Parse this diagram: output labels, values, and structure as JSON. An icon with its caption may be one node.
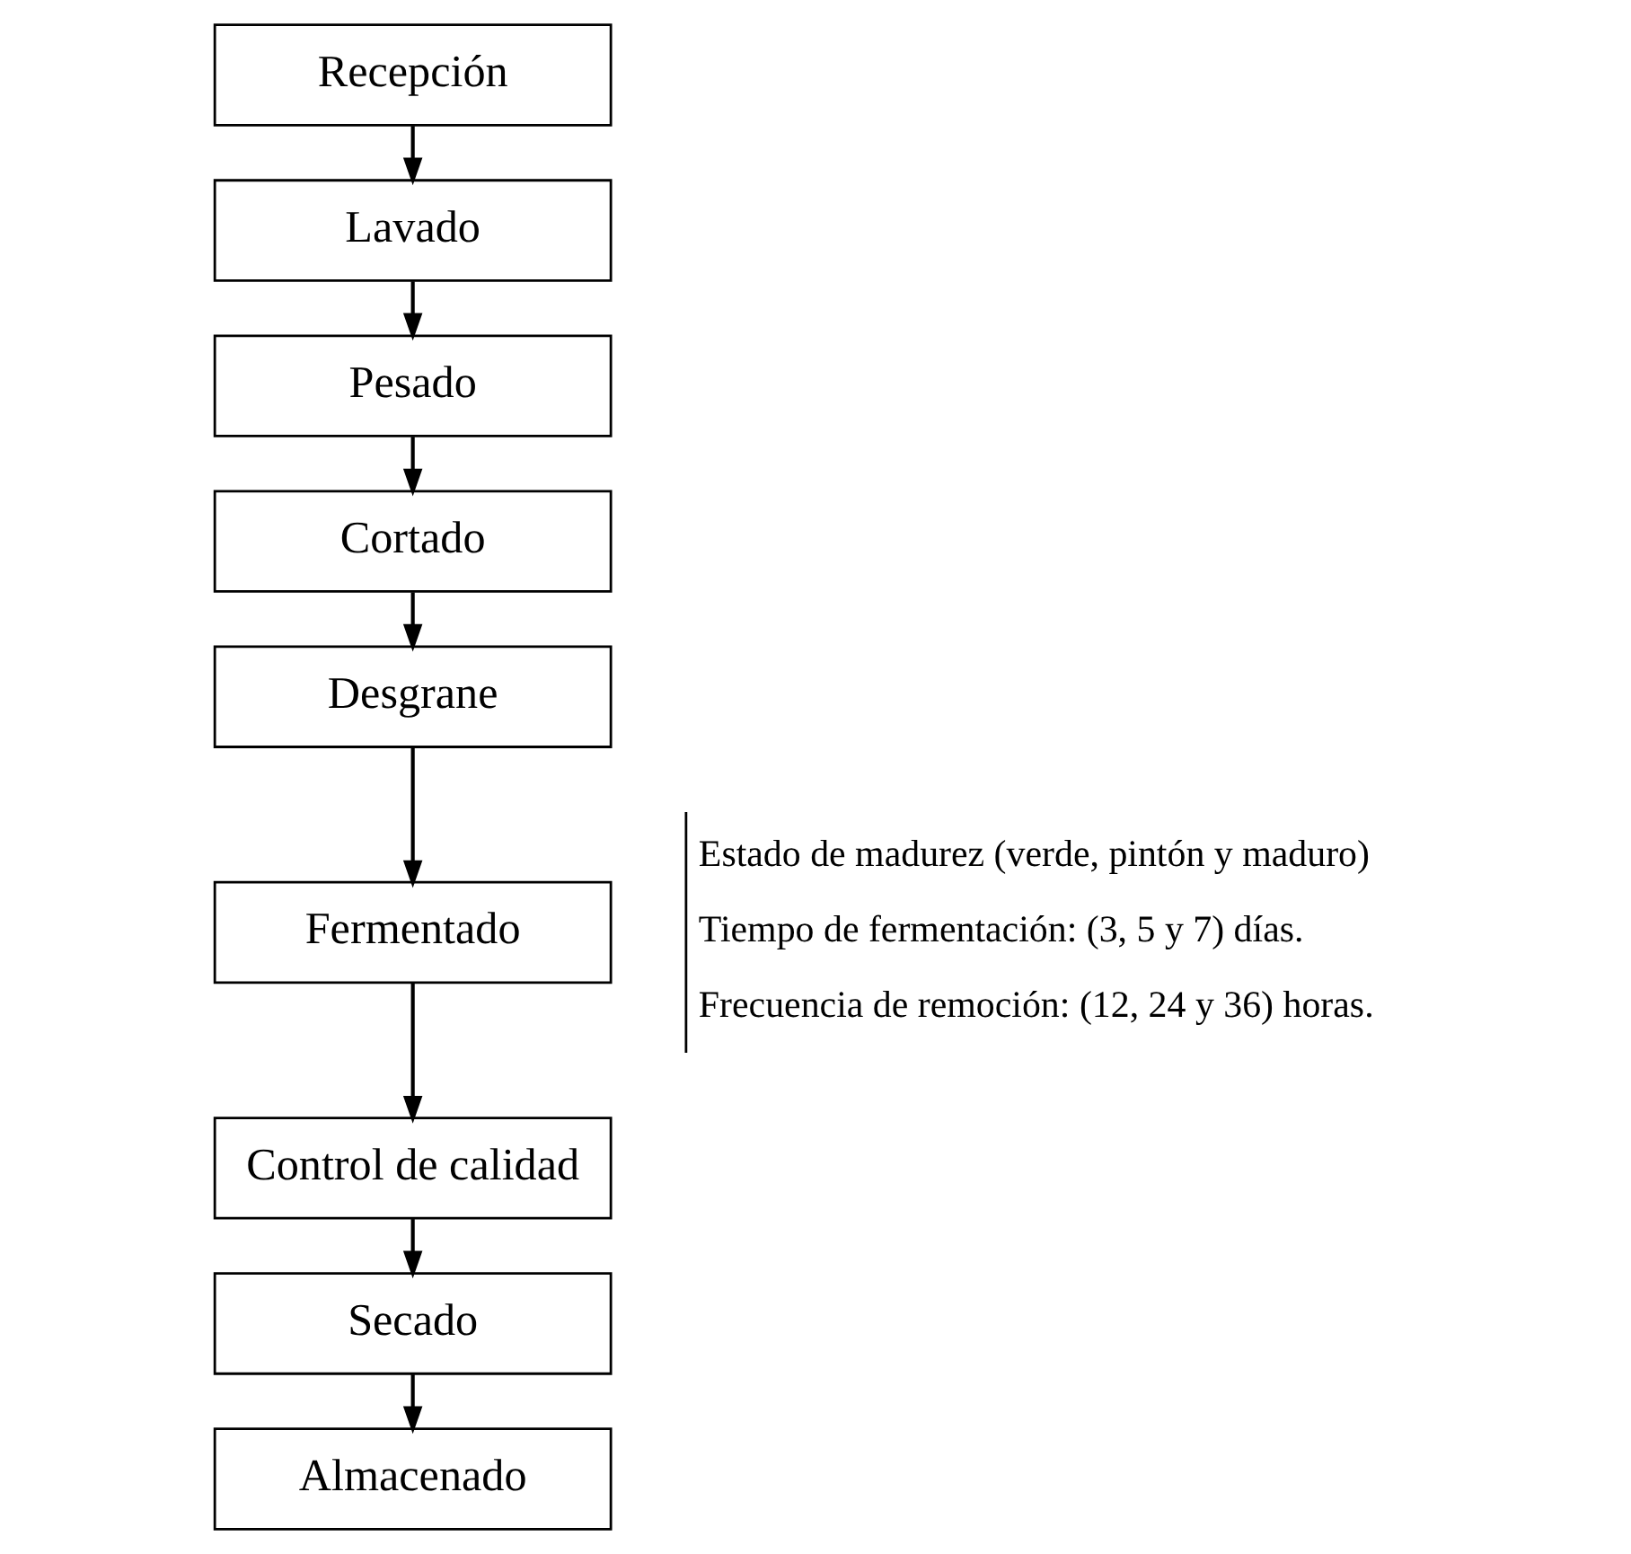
{
  "diagram": {
    "nodes": [
      {
        "text": [
          "Recepción"
        ]
      },
      {
        "text": [
          "Lavado"
        ]
      },
      {
        "text": [
          "Pesado"
        ]
      },
      {
        "text": [
          "Cortado"
        ]
      },
      {
        "text": [
          "Desgrane"
        ]
      },
      {
        "text": [
          "Fermentado"
        ],
        "beside": [
          "Estado de madurez (verde, pintón y maduro)",
          "Tiempo de fermentación: (3, 5 y 7) días.",
          "Frecuencia de remoción: (12, 24 y 36) horas."
        ]
      },
      {
        "text": [
          "Control de calidad"
        ]
      },
      {
        "text": [
          "Secado"
        ]
      },
      {
        "text": [
          "Almacenado"
        ]
      }
    ],
    "edges": [
      {
        "from": 0,
        "to": 1,
        "arrow": "to"
      },
      {
        "from": 1,
        "to": 2,
        "arrow": "to"
      },
      {
        "from": 2,
        "to": 3,
        "arrow": "to"
      },
      {
        "from": 3,
        "to": 4,
        "arrow": "to"
      },
      {
        "from": 4,
        "to": 5,
        "arrow": "to"
      },
      {
        "from": 5,
        "to": 6,
        "arrow": "to"
      },
      {
        "from": 6,
        "to": 7,
        "arrow": "to"
      },
      {
        "from": 7,
        "to": 8,
        "arrow": "to"
      }
    ]
  }
}
